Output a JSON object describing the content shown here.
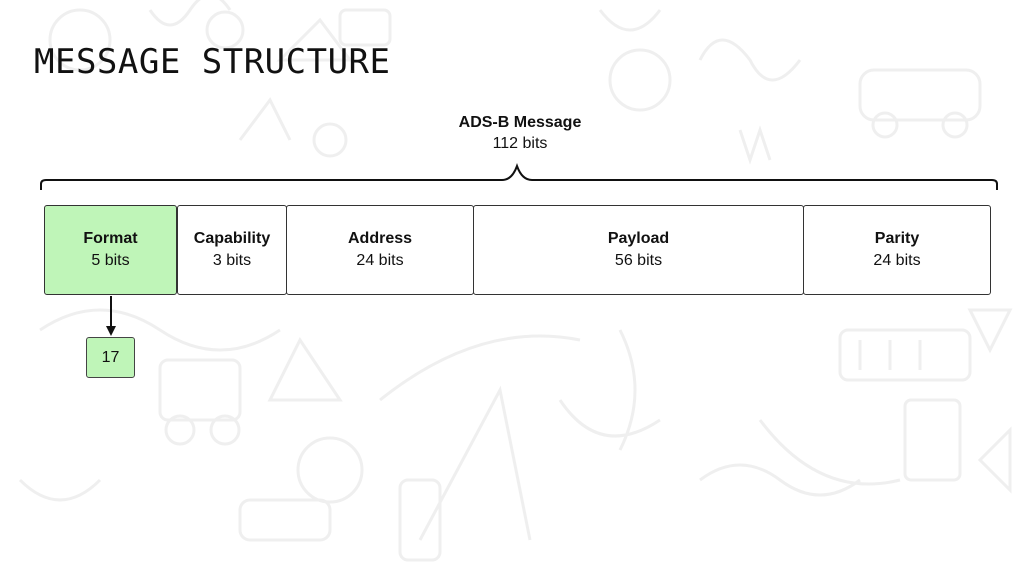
{
  "title": "MESSAGE STRUCTURE",
  "message": {
    "name": "ADS-B Message",
    "size": "112 bits"
  },
  "fields": [
    {
      "name": "Format",
      "size": "5 bits",
      "highlighted": true
    },
    {
      "name": "Capability",
      "size": "3 bits"
    },
    {
      "name": "Address",
      "size": "24 bits"
    },
    {
      "name": "Payload",
      "size": "56 bits"
    },
    {
      "name": "Parity",
      "size": "24 bits"
    }
  ],
  "format_value": "17",
  "colors": {
    "highlight": "#bff5b8",
    "border": "#333333",
    "background_doodles": "#f1f1f1"
  }
}
